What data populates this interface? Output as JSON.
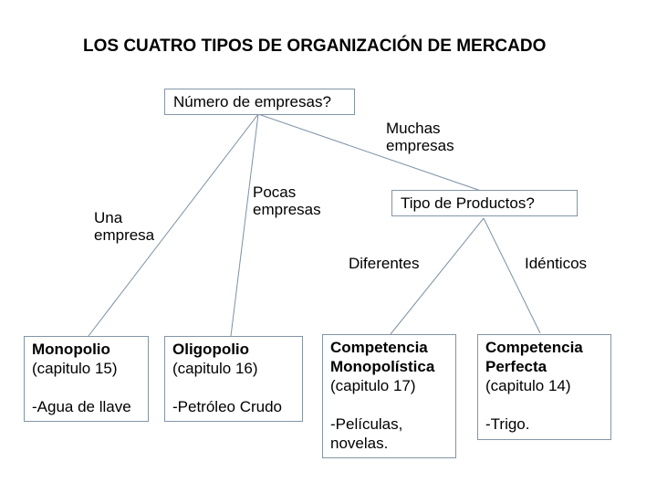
{
  "title": "LOS CUATRO TIPOS DE ORGANIZACIÓN DE MERCADO",
  "colors": {
    "background": "#ffffff",
    "text": "#000000",
    "connector": "#7b91a6",
    "box_border": "#8296a8"
  },
  "questions": {
    "numero": {
      "label": "Número de empresas?"
    },
    "tipo": {
      "label": "Tipo de Productos?"
    }
  },
  "branches": {
    "una": "Una\nempresa",
    "pocas": "Pocas\nempresas",
    "muchas": "Muchas\nempresas",
    "diferentes": "Diferentes",
    "identicos": "Idénticos"
  },
  "markets": [
    {
      "name": "Monopolio",
      "chapter": "(capitulo 15)",
      "example": "-Agua de llave"
    },
    {
      "name": "Oligopolio",
      "chapter": "(capitulo 16)",
      "example": "-Petróleo Crudo"
    },
    {
      "name": "Competencia Monopolística",
      "chapter": "(capitulo 17)",
      "example": "-Películas, novelas."
    },
    {
      "name": "Competencia Perfecta",
      "chapter": "(capitulo 14)",
      "example": "-Trigo."
    }
  ]
}
